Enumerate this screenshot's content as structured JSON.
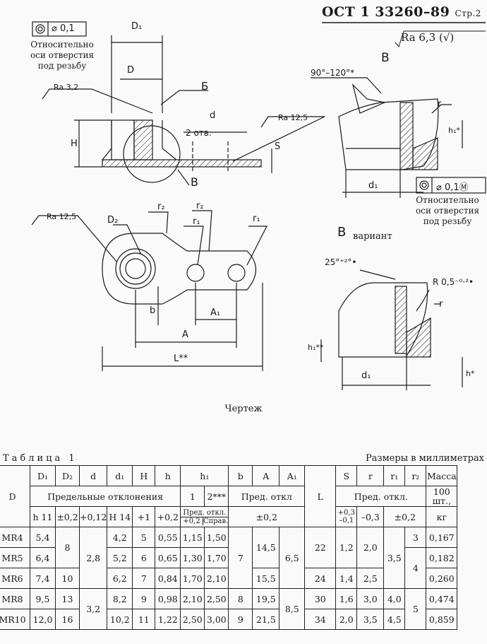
{
  "header": {
    "standard": "ОСТ 1  33260–89",
    "page": "Стр.2",
    "roughness_general": "Ra 6,3 (√)"
  },
  "drawing": {
    "tol_top": "⌀ 0,1",
    "note_top": [
      "Относительно",
      "оси отверстия",
      "под резьбу"
    ],
    "dim_D1": "D₁",
    "dim_D": "D",
    "ra_32": "Ra 3,2",
    "label_B": "Б",
    "dim_d": "d",
    "holes": "2 отв.",
    "ra_125": "Ra 12,5",
    "dim_H": "H",
    "dim_S": "S",
    "label_V": "В",
    "view_V_title": "В",
    "angle": "90°–120°*",
    "dim_r": "r",
    "dim_h1": "h₁*",
    "dim_d1": "d₁",
    "tol_right": "⌀ 0,1Ⓜ",
    "note_right": [
      "Относительно",
      "оси отверстия",
      "под резьбу"
    ],
    "ra_125_plan": "Ra 12,5",
    "dim_D2": "D₂",
    "dim_r2a": "r₂",
    "dim_r2b": "r₂",
    "dim_r1a": "r₁",
    "dim_r1b": "r₁",
    "dim_b": "b",
    "dim_A1": "A₁",
    "dim_A": "A",
    "dim_L": "L**",
    "variant_title": "В",
    "variant_word": "вариант",
    "variant_angle": "25°⁺²°•",
    "variant_R": "R 0,5⁻⁰·²•",
    "variant_r": "r",
    "variant_h1": "h₁**",
    "variant_d1": "d₁",
    "variant_h": "h*"
  },
  "caption": "Чертеж",
  "table": {
    "title": "Таблица 1",
    "units": "Размеры в миллиметрах",
    "h": {
      "D": "D",
      "D1": "D₁",
      "D2": "D₂",
      "d": "d",
      "d1": "d₁",
      "H": "H",
      "hh": "h",
      "h1": "h₁",
      "b": "b",
      "A": "A",
      "A1": "A₁",
      "L": "L",
      "S": "S",
      "r": "r",
      "r1": "r₁",
      "r2": "r₂",
      "mass1": "Масса",
      "mass2": "100 шт.,",
      "mass3": "кг",
      "dev": "Предельные отклонения",
      "h1_1": "1",
      "h1_2": "2***",
      "bA_dev": "Пред. откл",
      "sr_dev": "Пред. откл.",
      "t_D1": "h 11",
      "t_D2": "±0,2",
      "t_d": "+0,12",
      "t_d1": "H 14",
      "t_H": "+1",
      "t_h": "+0,2",
      "t_h1a": "Пред. откл.",
      "t_h1b": "+0,2",
      "t_h1c": "Справ.",
      "t_bA": "±0,2",
      "t_S": "+0,3\n–0,1",
      "t_r": "–0,3",
      "t_r12": "±0,2"
    },
    "rows": [
      {
        "D": "MR4",
        "D1": "5,4",
        "d1": "4,2",
        "H": "5",
        "h": "0,55",
        "h1a": "1,15",
        "h1b": "1,50",
        "r2": "3",
        "mass": "0,167"
      },
      {
        "D": "MR5",
        "D1": "6,4",
        "d1": "5,2",
        "H": "6",
        "h": "0,65",
        "h1a": "1,30",
        "h1b": "1,70",
        "mass": "0,182"
      },
      {
        "D": "MR6",
        "D1": "7,4",
        "d1": "6,2",
        "H": "7",
        "h": "0,84",
        "h1a": "1,70",
        "h1b": "2,10",
        "mass": "0,260"
      },
      {
        "D": "MR8",
        "D1": "9,5",
        "d1": "8,2",
        "H": "9",
        "h": "0,98",
        "h1a": "2,10",
        "h1b": "2,50",
        "mass": "0,474"
      },
      {
        "D": "MR10",
        "D1": "12,0",
        "d1": "10,2",
        "H": "11",
        "h": "1,22",
        "h1a": "2,50",
        "h1b": "3,00",
        "mass": "0,859"
      }
    ],
    "merged": {
      "D2_45": "8",
      "D2_6": "10",
      "D2_8": "13",
      "D2_10": "16",
      "d_456": "2,8",
      "d_810": "3,2",
      "b_456": "7",
      "b_8": "8",
      "b_10": "9",
      "A_45": "14,5",
      "A_6": "15,5",
      "A_8": "19,5",
      "A_10": "21,5",
      "A1_456": "6,5",
      "A1_810": "8,5",
      "L_45": "22",
      "L_6": "24",
      "L_8": "30",
      "L_10": "34",
      "S_45": "1,2",
      "S_6": "1,4",
      "S_8": "1,6",
      "S_10": "2,0",
      "r_45": "2,0",
      "r_6": "2,5",
      "r_8": "3,0",
      "r_10": "3,5",
      "r1_456": "3,5",
      "r1_8": "4,0",
      "r1_10": "4,5",
      "r2_56": "4",
      "r2_810": "5"
    }
  }
}
